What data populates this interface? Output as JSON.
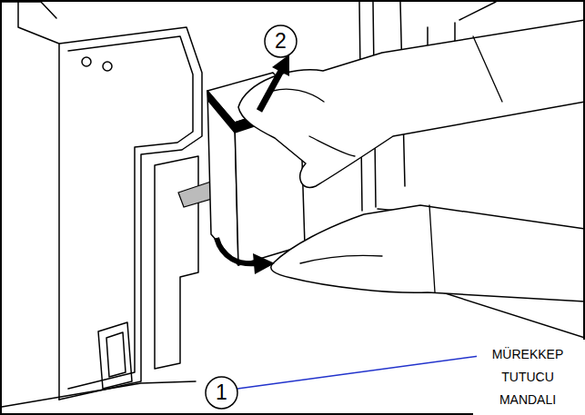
{
  "diagram": {
    "nodes": [
      {
        "text": [
          "2"
        ]
      },
      {
        "text": [
          "1"
        ]
      }
    ],
    "labels": [
      "MÜREKKEP TUTUCU MANDALI"
    ]
  }
}
